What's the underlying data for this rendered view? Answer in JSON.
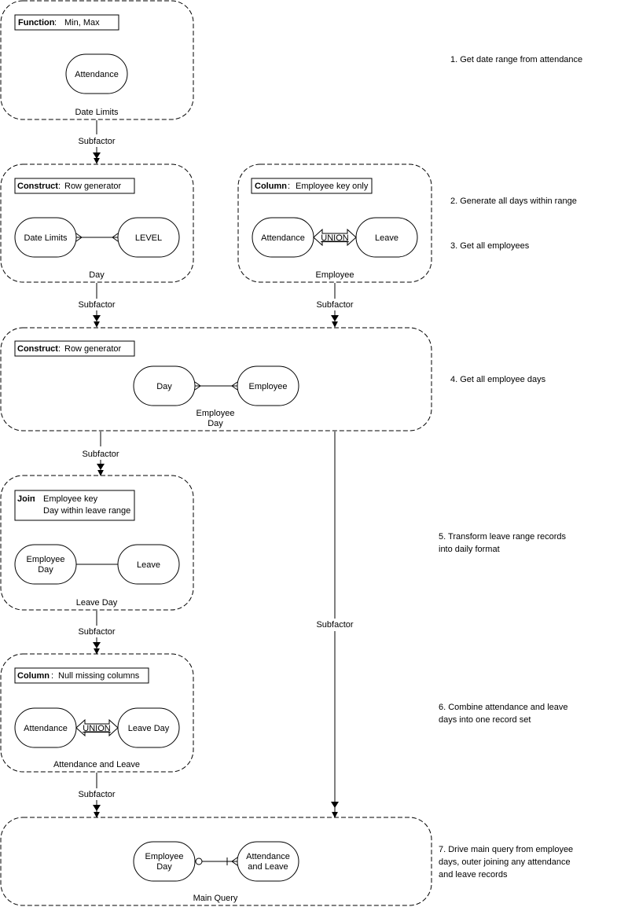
{
  "blocks": {
    "date_limits": {
      "label_key": "Function",
      "label_value": "Min, Max",
      "entity": "Attendance",
      "name": "Date Limits"
    },
    "day": {
      "label_key": "Construct",
      "label_value": "Row generator",
      "entity_left": "Date Limits",
      "entity_right": "LEVEL",
      "name": "Day"
    },
    "employee": {
      "label_key": "Column",
      "label_value": "Employee key only",
      "entity_left": "Attendance",
      "union": "UNION",
      "entity_right": "Leave",
      "name": "Employee"
    },
    "employee_day": {
      "label_key": "Construct",
      "label_value": "Row generator",
      "entity_left": "Day",
      "entity_right": "Employee",
      "name_line1": "Employee",
      "name_line2": "Day"
    },
    "leave_day": {
      "label_key": "Join",
      "label_value_line1": "Employee key",
      "label_value_line2": "Day within leave range",
      "entity_left_line1": "Employee",
      "entity_left_line2": "Day",
      "entity_right": "Leave",
      "name": "Leave Day"
    },
    "attendance_leave": {
      "label_key": "Column",
      "label_value": "Null missing columns",
      "entity_left": "Attendance",
      "union": "UNION",
      "entity_right": "Leave Day",
      "name": "Attendance and Leave"
    },
    "main_query": {
      "entity_left_line1": "Employee",
      "entity_left_line2": "Day",
      "entity_right_line1": "Attendance",
      "entity_right_line2": "and Leave",
      "name": "Main Query"
    }
  },
  "connector_label": "Subfactor",
  "steps": {
    "s1": "1. Get date range from attendance",
    "s2": "2. Generate all days within range",
    "s3": "3. Get all employees",
    "s4": "4. Get all employee days",
    "s5_line1": "5. Transform leave range records",
    "s5_line2": "into daily format",
    "s6_line1": "6. Combine attendance and leave",
    "s6_line2": "days into one record set",
    "s7_line1": "7. Drive main query from employee",
    "s7_line2": "days, outer joining any attendance",
    "s7_line3": "and leave records"
  }
}
